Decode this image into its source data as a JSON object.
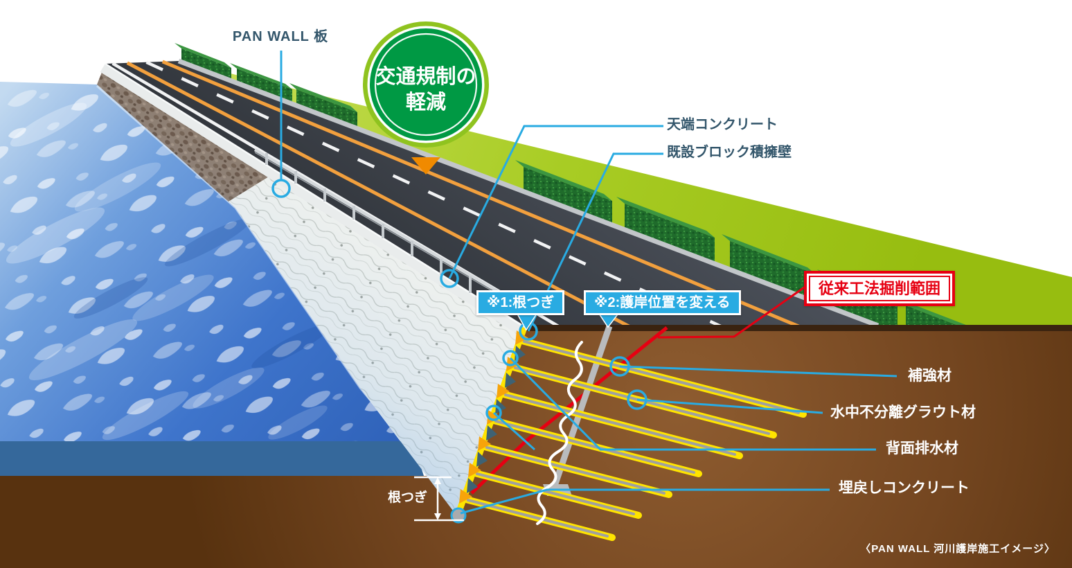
{
  "badge_circle": {
    "line1": "交通規制の",
    "line2": "軽減"
  },
  "labels": {
    "pan_wall": "PAN WALL 板",
    "crest_concrete": "天端コンクリート",
    "existing_block_wall": "既設ブロック積擁壁",
    "note1": "※1:根つぎ",
    "note2": "※2:護岸位置を変える",
    "conventional_excavation": "従来工法掘削範囲",
    "reinforcement": "補強材",
    "underwater_grout": "水中不分離グラウト材",
    "back_drainage": "背面排水材",
    "backfill_concrete": "埋戻しコンクリート",
    "root_extension": "根つぎ"
  },
  "caption": "〈PAN WALL 河川護岸施工イメージ〉",
  "colors": {
    "leader_blue": "#29ABE2",
    "label_dark": "#33566B",
    "accent_red": "#E60012",
    "circle_green": "#009944",
    "circle_ring_green": "#8FC31F",
    "anchor_yellow": "#FFE400",
    "anchor_core_gray": "#9FA0A0",
    "anchor_head_orange": "#F7A40A",
    "drain_teal": "#3E6273"
  }
}
